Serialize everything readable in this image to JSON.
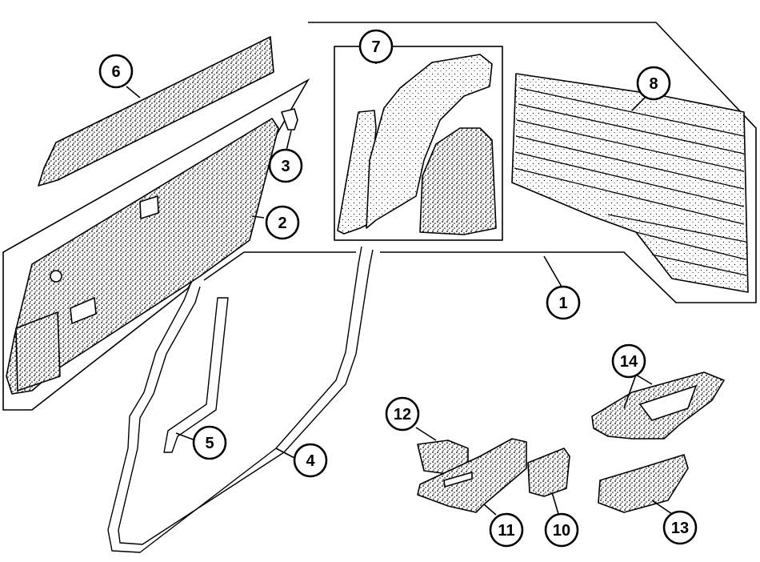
{
  "diagram": {
    "callouts": [
      {
        "id": "1",
        "label": "1"
      },
      {
        "id": "2",
        "label": "2"
      },
      {
        "id": "3",
        "label": "3"
      },
      {
        "id": "4",
        "label": "4"
      },
      {
        "id": "5",
        "label": "5"
      },
      {
        "id": "6",
        "label": "6"
      },
      {
        "id": "7",
        "label": "7"
      },
      {
        "id": "8",
        "label": "8"
      },
      {
        "id": "10",
        "label": "10"
      },
      {
        "id": "11",
        "label": "11"
      },
      {
        "id": "12",
        "label": "12"
      },
      {
        "id": "13",
        "label": "13"
      },
      {
        "id": "14",
        "label": "14"
      }
    ],
    "colors": {
      "ink": "#000000",
      "paper": "#ffffff"
    }
  }
}
